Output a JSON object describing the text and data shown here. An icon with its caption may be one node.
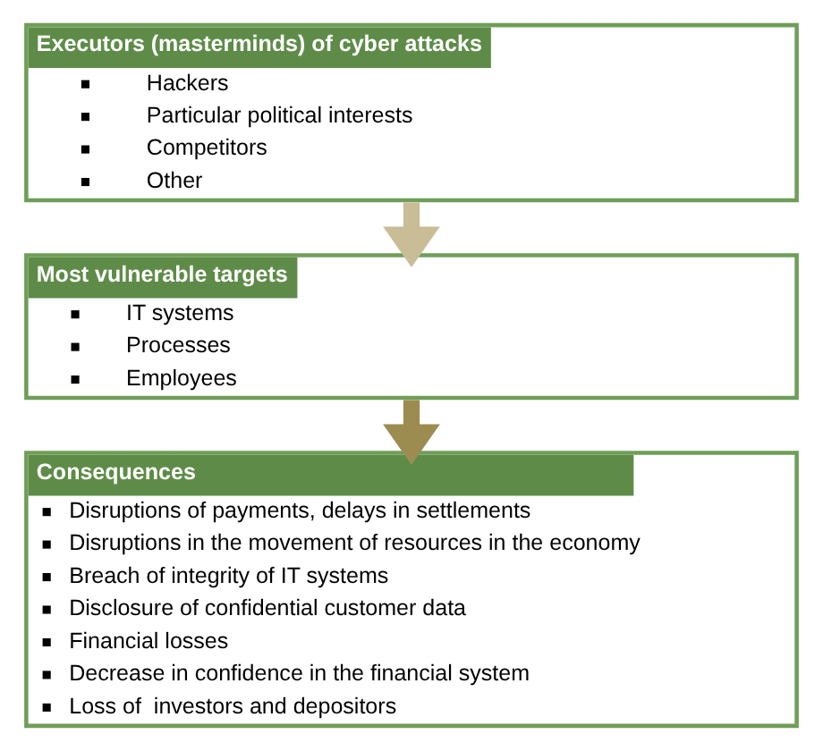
{
  "diagram": {
    "nodes": [
      {
        "text": [
          "Executors (masterminds) of cyber attacks",
          "Hackers",
          "Particular political interests",
          "Competitors",
          "Other"
        ]
      },
      {
        "text": [
          "Most vulnerable targets",
          "IT systems",
          "Processes",
          "Employees"
        ]
      },
      {
        "text": [
          "Consequences",
          "Disruptions of payments, delays in settlements",
          "Disruptions in the movement of resources in the economy",
          "Breach of integrity of IT systems",
          "Disclosure of confidential customer data",
          "Financial losses",
          "Decrease in confidence in the financial system",
          "Loss of  investors and depositors"
        ]
      }
    ],
    "edges": [
      {
        "from": 0,
        "to": 1,
        "arrow": "to",
        "color": "#c9bd98"
      },
      {
        "from": 1,
        "to": 2,
        "arrow": "to",
        "color": "#9c8c50"
      }
    ]
  }
}
